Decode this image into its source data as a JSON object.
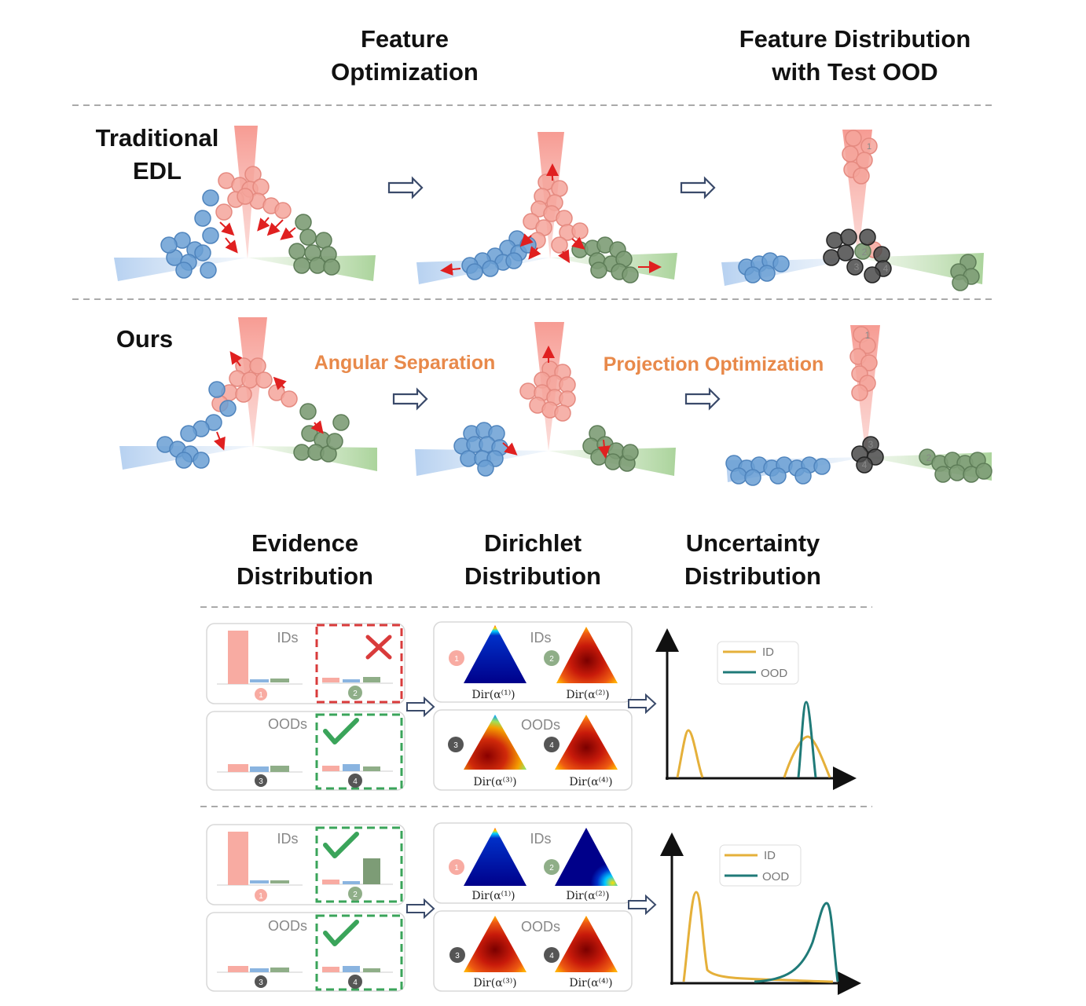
{
  "headers": {
    "feature_optimization": [
      "Feature",
      "Optimization"
    ],
    "feature_distribution": [
      "Feature Distribution",
      "with Test OOD"
    ],
    "evidence": [
      "Evidence",
      "Distribution"
    ],
    "dirichlet": [
      "Dirichlet",
      "Distribution"
    ],
    "uncertainty": [
      "Uncertainty",
      "Distribution"
    ]
  },
  "rows": {
    "traditional": [
      "Traditional",
      "EDL"
    ],
    "ours": "Ours"
  },
  "annotations": {
    "angular_separation": "Angular Separation",
    "projection_optimization": "Projection Optimization"
  },
  "panel_labels": {
    "ids": "IDs",
    "oods": "OODs"
  },
  "dirichlet_labels": [
    "Dir(α⁽¹⁾)",
    "Dir(α⁽²⁾)",
    "Dir(α⁽³⁾)",
    "Dir(α⁽⁴⁾)"
  ],
  "legend": {
    "id": "ID",
    "ood": "OOD"
  },
  "colors": {
    "red_class": "#f5a49b",
    "blue_class": "#6a9fd4",
    "green_class": "#7d9c76",
    "ood_sample": "#4a4a4a",
    "id_curve": "#e5b03a",
    "ood_curve": "#1f7a78",
    "orange_text": "#e8894a",
    "wrong_mark": "#d93b3b",
    "check_mark": "#3aa45a"
  },
  "icons": [
    "right-arrow-icon",
    "cross-icon",
    "check-icon"
  ]
}
